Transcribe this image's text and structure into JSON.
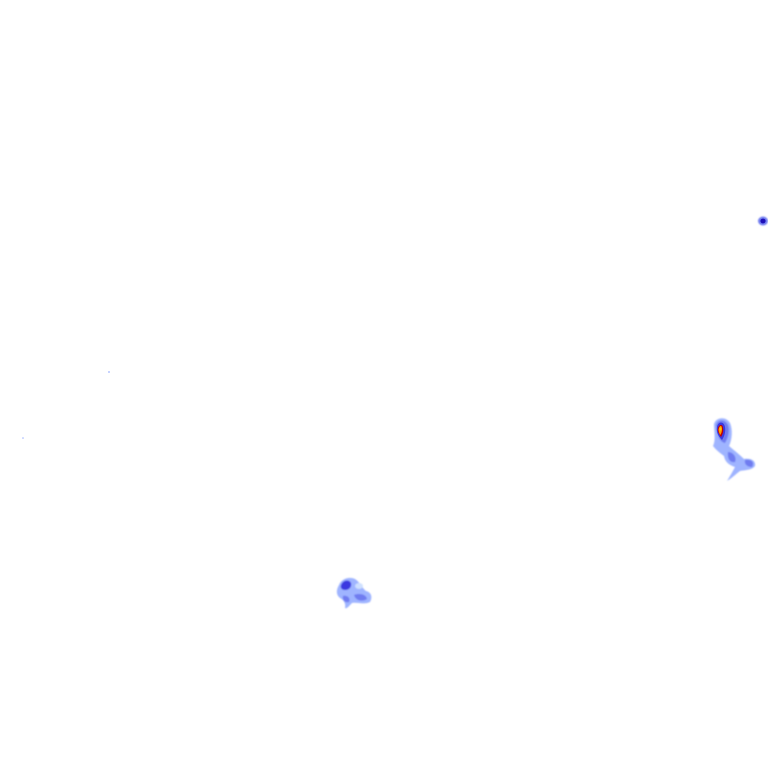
{
  "map": {
    "type": "radar-precipitation-overlay",
    "background": "#ffffff",
    "legend_colors": {
      "very_light": "#cfe0ff",
      "light": "#9fb4ff",
      "moderate": "#6f7cf0",
      "heavy": "#3b38e0",
      "very_heavy": "#1e0fb8",
      "extreme_low": "#ff9a00",
      "extreme_mid": "#ffd000",
      "extreme_high": "#c00000"
    },
    "echoes": [
      {
        "name": "echo-northeast-edge",
        "intensity": "heavy"
      },
      {
        "name": "echo-east-cluster",
        "intensity": "extreme"
      },
      {
        "name": "echo-south-central",
        "intensity": "moderate"
      },
      {
        "name": "echo-speck-west-1",
        "intensity": "very_light"
      },
      {
        "name": "echo-speck-west-2",
        "intensity": "very_light"
      }
    ]
  }
}
